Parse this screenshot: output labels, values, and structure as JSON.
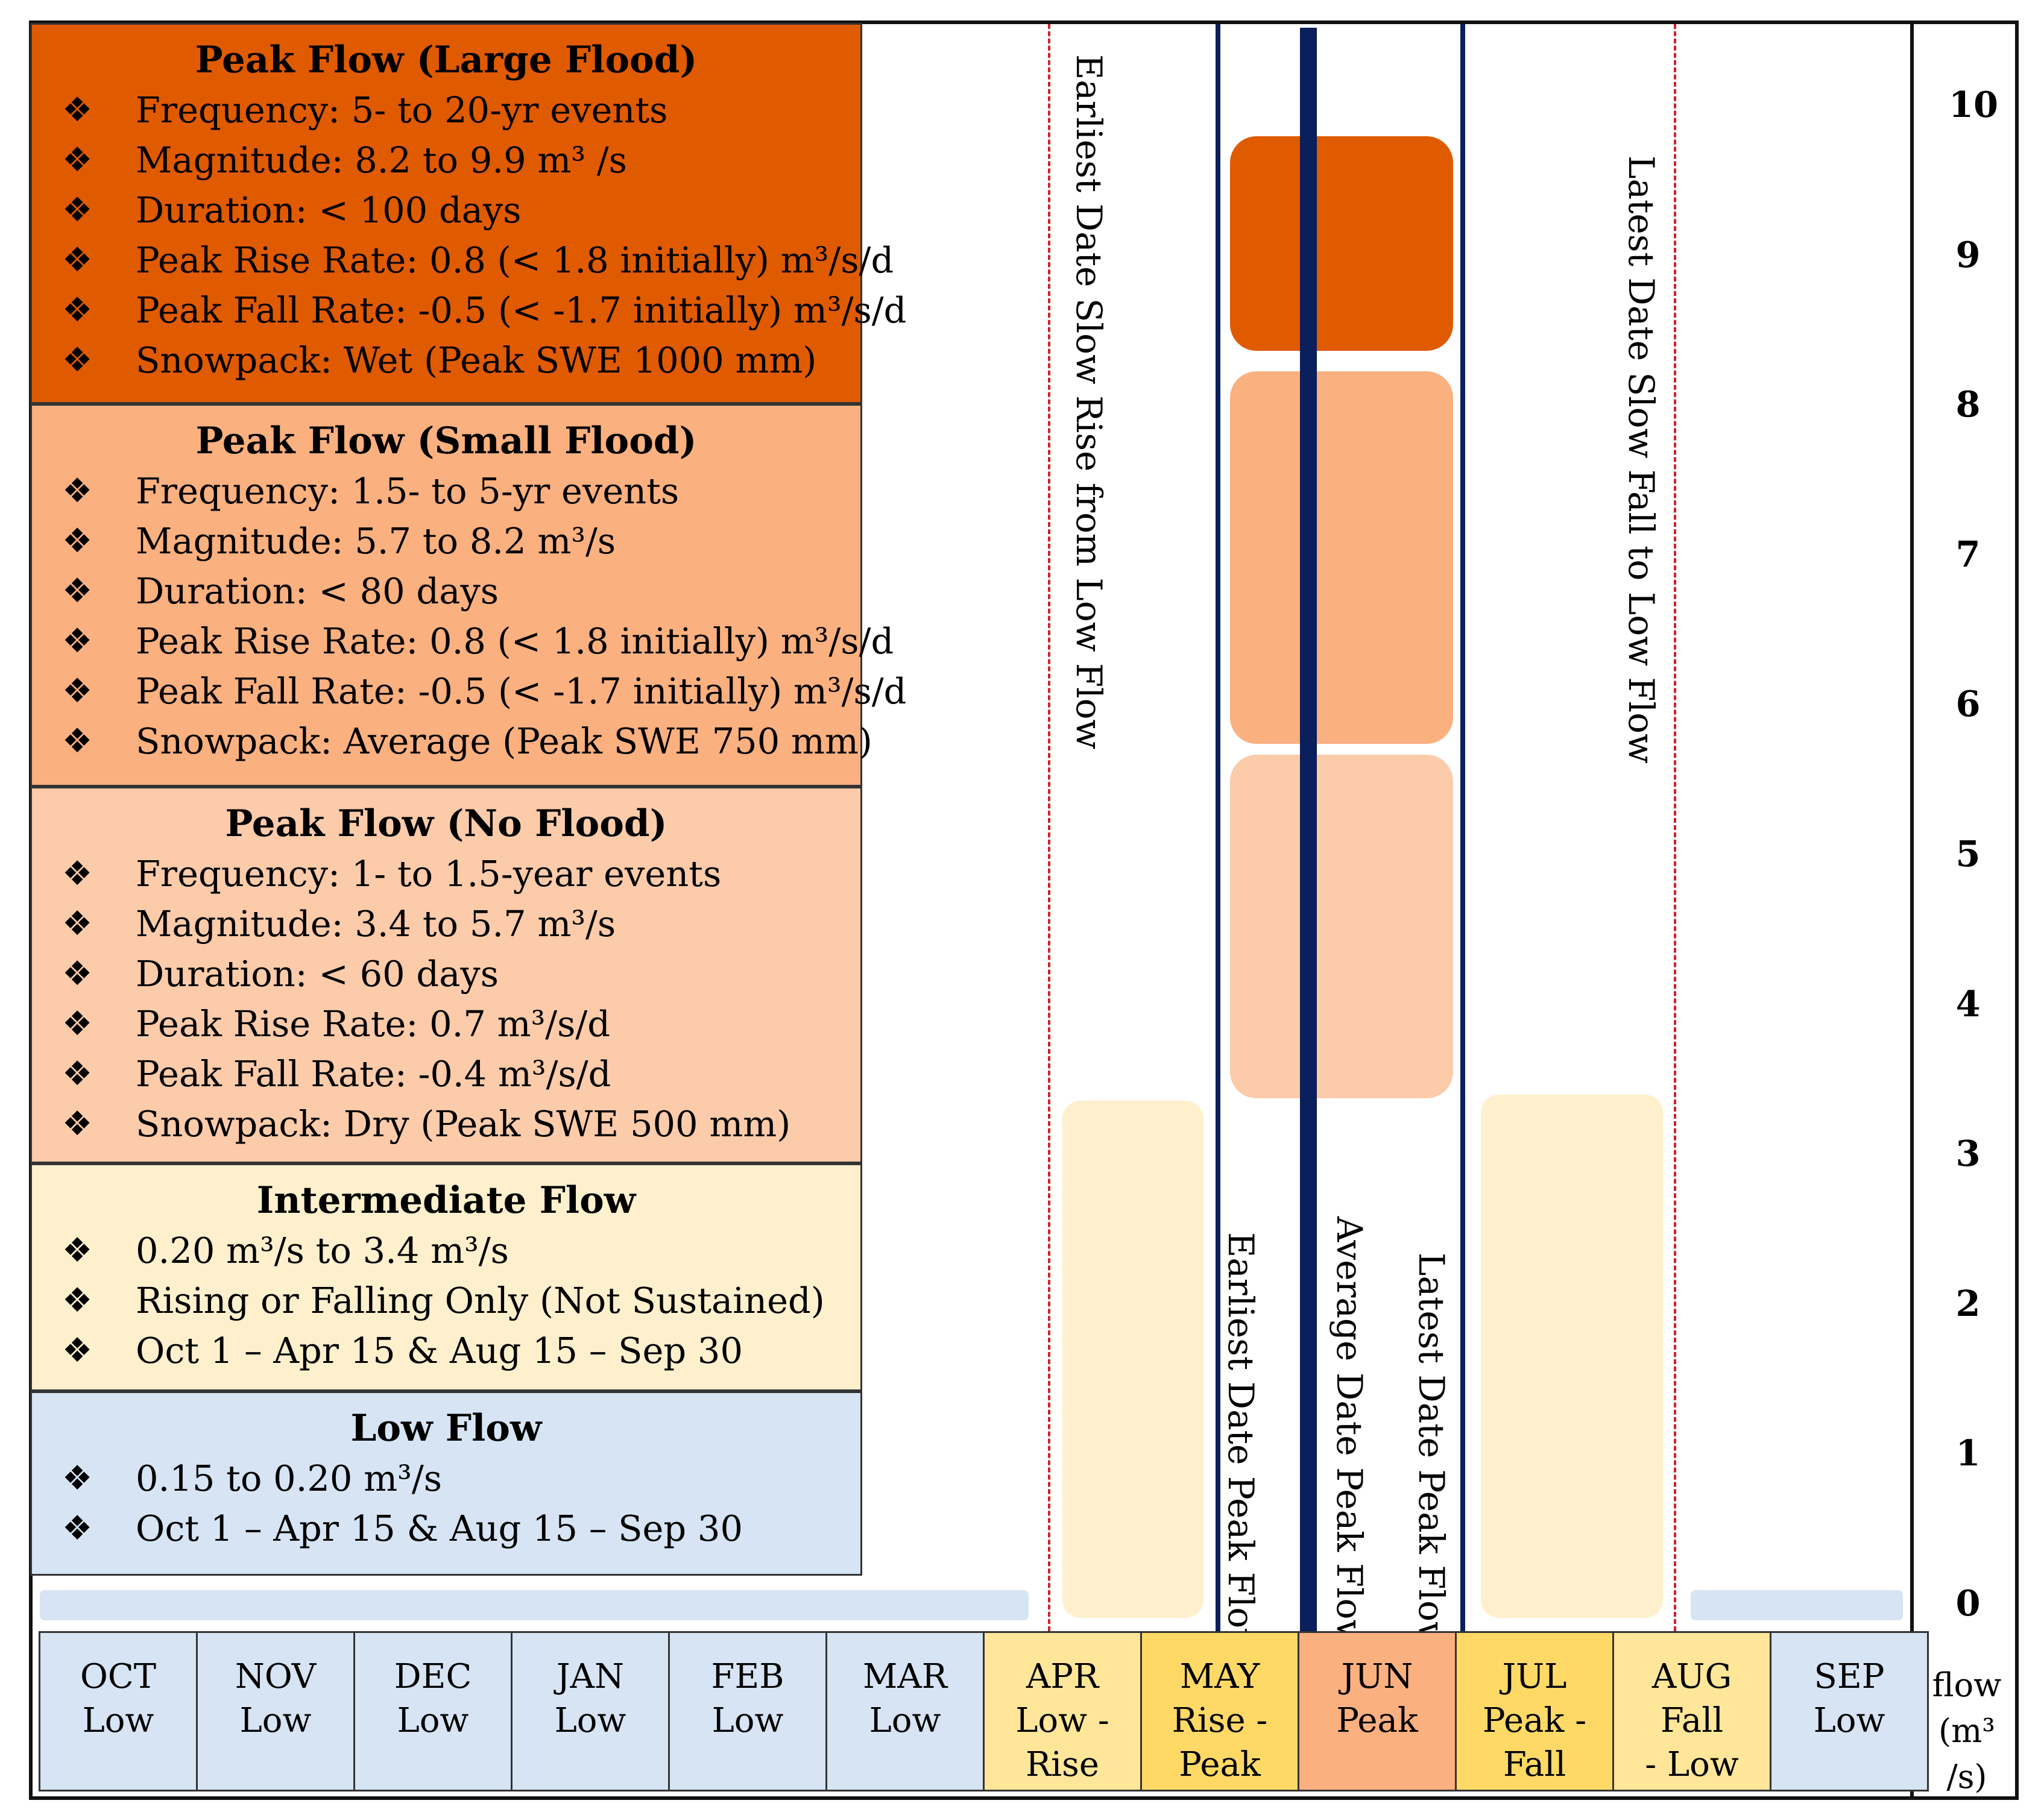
{
  "legend": [
    {
      "title": "Peak Flow (Large Flood)",
      "color": "#E05A00",
      "items": [
        "Frequency: 5- to 20-yr events",
        "Magnitude: 8.2 to 9.9 m³ /s",
        "Duration: < 100 days",
        "Peak Rise Rate: 0.8 (< 1.8 initially) m³/s/d",
        "Peak Fall Rate: -0.5 (< -1.7 initially) m³/s/d",
        "Snowpack: Wet (Peak SWE 1000 mm)"
      ]
    },
    {
      "title": "Peak Flow (Small Flood)",
      "color": "#FBB07F",
      "items": [
        "Frequency: 1.5- to 5-yr events",
        "Magnitude: 5.7 to 8.2 m³/s",
        "Duration: < 80 days",
        "Peak Rise Rate: 0.8 (< 1.8 initially) m³/s/d",
        "Peak Fall Rate: -0.5 (< -1.7 initially) m³/s/d",
        "Snowpack: Average (Peak SWE 750 mm)"
      ]
    },
    {
      "title": "Peak Flow (No Flood)",
      "color": "#FCCBAA",
      "items": [
        "Frequency: 1- to 1.5-year events",
        "Magnitude: 3.4 to 5.7 m³/s",
        "Duration: < 60 days",
        "Peak Rise Rate: 0.7 m³/s/d",
        "Peak Fall Rate: -0.4 m³/s/d",
        "Snowpack: Dry (Peak SWE 500 mm)"
      ]
    },
    {
      "title": "Intermediate Flow",
      "color": "#FEF0CC",
      "items": [
        "0.20 m³/s to 3.4 m³/s",
        "Rising or Falling Only (Not Sustained)",
        "Oct 1 – Apr 15 & Aug 15 – Sep 30"
      ]
    },
    {
      "title": "Low Flow",
      "color": "#D6E4F3",
      "items": [
        "0.15 to 0.20 m³/s",
        "Oct 1 – Apr 15 & Aug 15 – Sep 30"
      ]
    }
  ],
  "bullet_symbol": "❖",
  "axis": {
    "ticks": [
      "10",
      "9",
      "8",
      "7",
      "6",
      "5",
      "4",
      "3",
      "2",
      "1",
      "0"
    ],
    "unit_line1": "flow",
    "unit_line2": "(m³ /s)",
    "min": 0,
    "max": 10
  },
  "vertical_labels": {
    "earliest_slow_rise": "Earliest Date Slow Rise from Low Flow",
    "latest_slow_fall": "Latest Date Slow Fall to Low Flow",
    "earliest_peak": "Earliest Date Peak Flow",
    "average_peak": "Average Date Peak Flow",
    "latest_peak": "Latest Date Peak Flow"
  },
  "panels": {
    "large_flood": {
      "low": 8.2,
      "high": 9.9
    },
    "small_flood": {
      "low": 5.7,
      "high": 8.2
    },
    "no_flood": {
      "low": 3.4,
      "high": 5.7
    },
    "intermediate": {
      "low": 0.0,
      "high": 3.4
    },
    "low_flow": {
      "low": 0.0,
      "high": 0.2
    }
  },
  "colors": {
    "low": "#D6E4F3",
    "intermediate": "#FEF0CC",
    "transition": "#FFE699",
    "rise_fall": "#FFD966",
    "peak": "#FBB07F",
    "line": "#0A1F5C",
    "dashed": "#D0202A"
  },
  "months": [
    {
      "name": "OCT",
      "phase": [
        "Low"
      ],
      "kind": "low"
    },
    {
      "name": "NOV",
      "phase": [
        "Low"
      ],
      "kind": "low"
    },
    {
      "name": "DEC",
      "phase": [
        "Low"
      ],
      "kind": "low"
    },
    {
      "name": "JAN",
      "phase": [
        "Low"
      ],
      "kind": "low"
    },
    {
      "name": "FEB",
      "phase": [
        "Low"
      ],
      "kind": "low"
    },
    {
      "name": "MAR",
      "phase": [
        "Low"
      ],
      "kind": "low"
    },
    {
      "name": "APR",
      "phase": [
        "Low -",
        "Rise"
      ],
      "kind": "transition"
    },
    {
      "name": "MAY",
      "phase": [
        "Rise -",
        "Peak"
      ],
      "kind": "rise_fall"
    },
    {
      "name": "JUN",
      "phase": [
        "Peak"
      ],
      "kind": "peak"
    },
    {
      "name": "JUL",
      "phase": [
        "Peak -",
        "Fall"
      ],
      "kind": "rise_fall"
    },
    {
      "name": "AUG",
      "phase": [
        "Fall",
        "- Low"
      ],
      "kind": "transition"
    },
    {
      "name": "SEP",
      "phase": [
        "Low"
      ],
      "kind": "low"
    }
  ]
}
